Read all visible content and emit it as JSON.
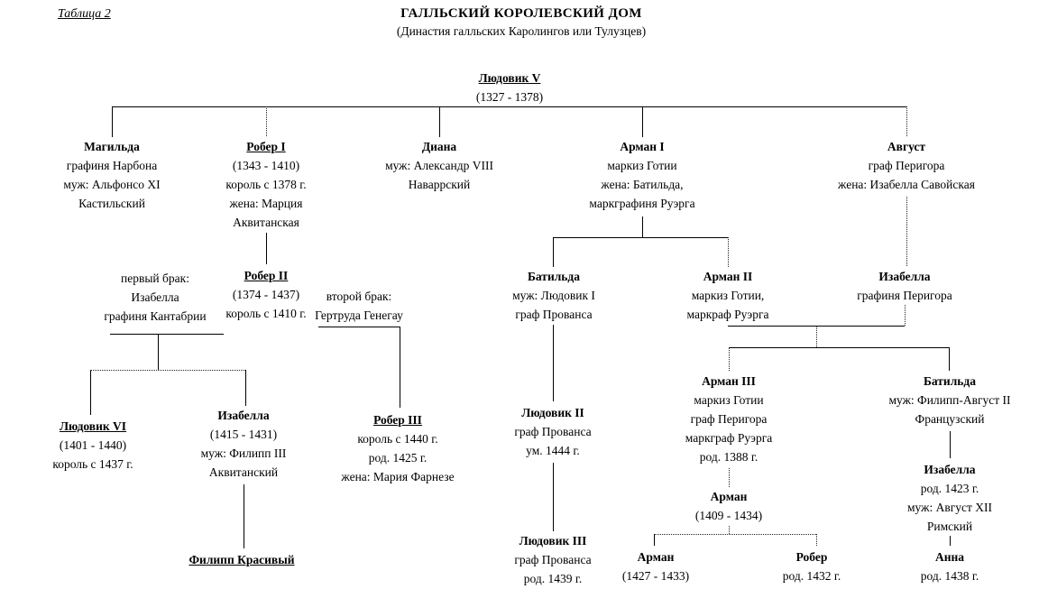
{
  "header": {
    "table_label": "Таблица 2",
    "title": "ГАЛЛЬСКИЙ КОРОЛЕВСКИЙ ДОМ",
    "subtitle": "(Династия галльских Каролингов или Тулузцев)"
  },
  "persons": {
    "ludovik5": {
      "name": "Людовик V",
      "underline": true,
      "details": [
        "(1327 - 1378)"
      ]
    },
    "magilda": {
      "name": "Магильда",
      "details": [
        "графиня Нарбона",
        "муж: Альфонсо XI",
        "Кастильский"
      ]
    },
    "rober1": {
      "name": "Робер I",
      "underline": true,
      "details": [
        "(1343 - 1410)",
        "король с 1378 г.",
        "жена: Марция",
        "Аквитанская"
      ]
    },
    "diana": {
      "name": "Диана",
      "details": [
        "муж: Александр VIII",
        "Наваррский"
      ]
    },
    "arman1": {
      "name": "Арман I",
      "details": [
        "маркиз Готии",
        "жена: Батильда,",
        "маркграфиня Руэрга"
      ]
    },
    "avgust": {
      "name": "Август",
      "details": [
        "граф Перигора",
        "жена: Изабелла Савойская"
      ]
    },
    "first_marriage": {
      "details": [
        "первый брак:",
        "Изабелла",
        "графиня Кантабрии"
      ]
    },
    "rober2": {
      "name": "Робер II",
      "underline": true,
      "details": [
        "(1374 - 1437)",
        "король с 1410 г."
      ]
    },
    "second_marriage": {
      "details": [
        "второй брак:",
        "Гертруда Генегау"
      ]
    },
    "batilda1": {
      "name": "Батильда",
      "details": [
        "муж: Людовик I",
        "граф Прованса"
      ]
    },
    "arman2": {
      "name": "Арман II",
      "details": [
        "маркиз Готии,",
        "маркраф Руэрга"
      ]
    },
    "izabella_perigora": {
      "name": "Изабелла",
      "details": [
        "графиня Перигора"
      ]
    },
    "ludovik6": {
      "name": "Людовик VI",
      "underline": true,
      "details": [
        "(1401 - 1440)",
        "король с 1437 г."
      ]
    },
    "izabella3": {
      "name": "Изабелла",
      "details": [
        "(1415 - 1431)",
        "муж: Филипп III",
        "Аквитанский"
      ]
    },
    "rober3": {
      "name": "Робер III",
      "underline": true,
      "details": [
        "король с 1440 г.",
        "род. 1425 г.",
        "жена: Мария Фарнезе"
      ]
    },
    "ludovik2": {
      "name": "Людовик II",
      "details": [
        "граф Прованса",
        "ум. 1444 г."
      ]
    },
    "arman3": {
      "name": "Арман III",
      "details": [
        "маркиз Готии",
        "граф Перигора",
        "маркграф Руэрга",
        "род. 1388 г."
      ]
    },
    "batilda2": {
      "name": "Батильда",
      "details": [
        "муж: Филипп-Август II",
        "Французский"
      ]
    },
    "filipp_krasivyj": {
      "name": "Филипп Красивый",
      "underline": true,
      "details": []
    },
    "ludovik3": {
      "name": "Людовик III",
      "details": [
        "граф Прованса",
        "род. 1439 г."
      ]
    },
    "arman_mid": {
      "name": "Арман",
      "details": [
        "(1409 - 1434)"
      ]
    },
    "arman_young": {
      "name": "Арман",
      "details": [
        "(1427 - 1433)"
      ]
    },
    "rober_young": {
      "name": "Робер",
      "details": [
        "род. 1432 г."
      ]
    },
    "izabella_right": {
      "name": "Изабелла",
      "details": [
        "род. 1423 г.",
        "муж: Август XII",
        "Римский"
      ]
    },
    "anna": {
      "name": "Анна",
      "details": [
        "род. 1438 г."
      ]
    }
  }
}
